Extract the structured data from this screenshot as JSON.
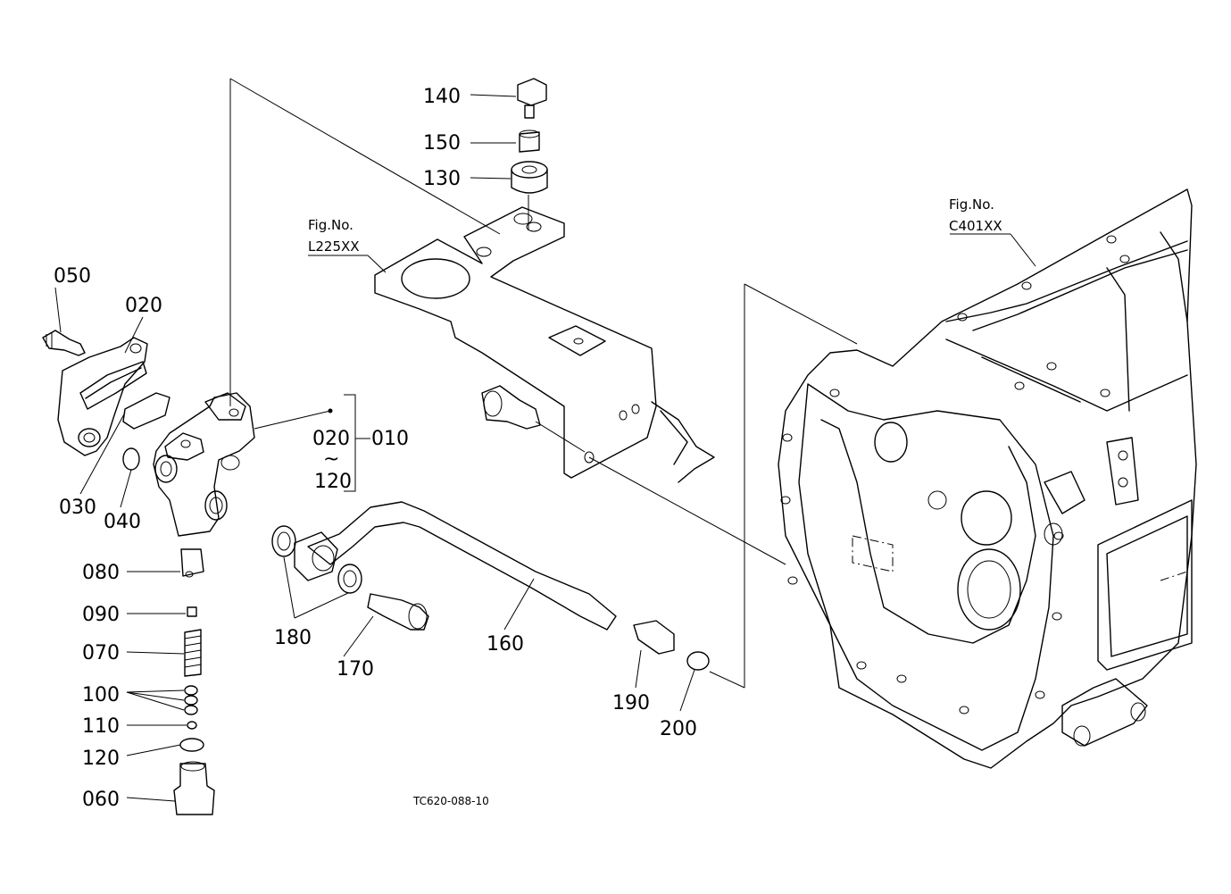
{
  "parts": [
    {
      "id": "p050",
      "label": "050"
    },
    {
      "id": "p020",
      "label": "020"
    },
    {
      "id": "p030",
      "label": "030"
    },
    {
      "id": "p040",
      "label": "040"
    },
    {
      "id": "p080",
      "label": "080"
    },
    {
      "id": "p090",
      "label": "090"
    },
    {
      "id": "p070",
      "label": "070"
    },
    {
      "id": "p100",
      "label": "100"
    },
    {
      "id": "p110",
      "label": "110"
    },
    {
      "id": "p120",
      "label": "120"
    },
    {
      "id": "p060",
      "label": "060"
    },
    {
      "id": "p140",
      "label": "140"
    },
    {
      "id": "p150",
      "label": "150"
    },
    {
      "id": "p130",
      "label": "130"
    },
    {
      "id": "p180",
      "label": "180"
    },
    {
      "id": "p170",
      "label": "170"
    },
    {
      "id": "p160",
      "label": "160"
    },
    {
      "id": "p190",
      "label": "190"
    },
    {
      "id": "p200",
      "label": "200"
    }
  ],
  "assembly": {
    "range_start": "020",
    "tilde": "~",
    "range_end": "120",
    "assembly_no": "010"
  },
  "fig_refs": [
    {
      "prefix": "Fig.No.",
      "number": "L225XX"
    },
    {
      "prefix": "Fig.No.",
      "number": "C401XX"
    }
  ],
  "drawing_code": "TC620-088-10"
}
